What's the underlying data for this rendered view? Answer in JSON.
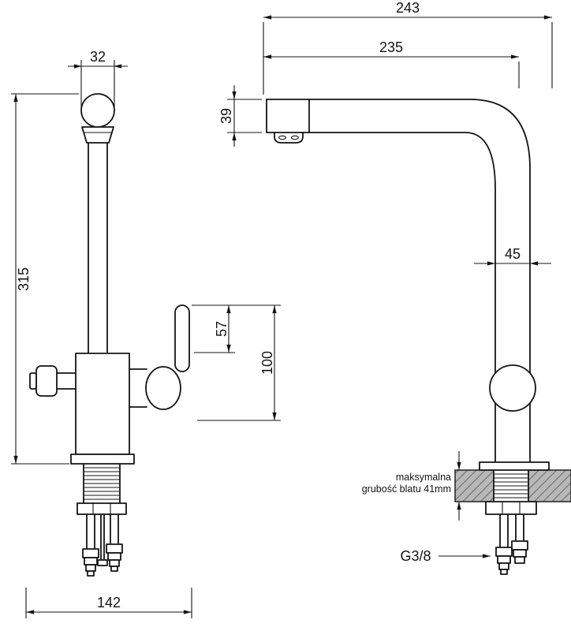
{
  "diagram": {
    "type": "faucet technical dimension drawing",
    "colors": {
      "line": "#141414",
      "countertop_fill": "#b8b8b8",
      "countertop_hatch": "#6e6e6e"
    },
    "front_view": {
      "dim_head_width": "32",
      "dim_total_height": "315",
      "dim_lever_height": "57",
      "dim_lever_total_height": "100",
      "dim_base_depth": "142"
    },
    "side_view": {
      "dim_overall_depth": "243",
      "dim_spout_reach": "235",
      "dim_spout_tip_height": "39",
      "dim_column_width": "45",
      "counter_note_line1": "maksymalna",
      "counter_note_line2": "grubość blatu 41mm",
      "thread_spec": "G3/8"
    }
  }
}
